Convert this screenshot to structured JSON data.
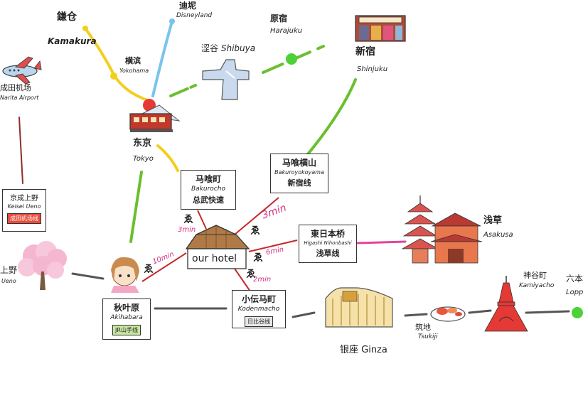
{
  "colors": {
    "yellow_line": "#f2cf1e",
    "blue_line": "#79c4ec",
    "green_line": "#6bbf2f",
    "gray_line": "#555555",
    "red_line": "#c62828",
    "pink_line": "#e2449a",
    "walk_text": "#d63384",
    "green_dot": "#4cd137"
  },
  "stations": {
    "kamakura": {
      "cn": "鎌仓",
      "en": "Kamakura"
    },
    "disneyland": {
      "cn": "迪坭",
      "en": "Disneyland"
    },
    "harajuku": {
      "cn": "原宿",
      "en": "Harajuku"
    },
    "yokohama": {
      "cn": "横滨",
      "en": "Yokohama"
    },
    "shibuya": {
      "cn": "涩谷",
      "en": "Shibuya"
    },
    "shinjuku": {
      "cn": "新宿",
      "en": "Shinjuku"
    },
    "narita": {
      "cn": "成田机场",
      "en": "Narita Airport"
    },
    "tokyo": {
      "cn": "东京",
      "en": "Tokyo"
    },
    "ueno": {
      "cn": "上野",
      "en": "Ueno"
    },
    "asakusa": {
      "cn": "浅草",
      "en": "Asakusa"
    },
    "ginza": {
      "text": "银座 Ginza"
    },
    "tsukiji": {
      "cn": "筑地",
      "en": "Tsukiji"
    },
    "kamiyacho": {
      "cn": "神谷町",
      "en": "Kamiyacho"
    },
    "roppongi": {
      "cn": "六本木",
      "en": "Loppongi"
    }
  },
  "boxes": {
    "keisei_ueno": {
      "cn": "京成上野",
      "en": "Keisei Ueno",
      "line": "成田机场线"
    },
    "bakurocho": {
      "cn": "马喰町",
      "en": "Bakurocho",
      "line": "总武快速"
    },
    "bakuroyokoyama": {
      "cn": "马喰横山",
      "en": "Bakuroyokoyama",
      "line": "新宿线"
    },
    "higashi_nihonbashi": {
      "cn": "東日本桥",
      "en": "Higashi Nihonbashi",
      "line": "浅草线"
    },
    "akihabara": {
      "cn": "秋叶原",
      "en": "Akihabara",
      "line": "JR山手线"
    },
    "kodenmacho": {
      "cn": "小伝马町",
      "en": "Kodenmacho",
      "line": "日比谷线"
    }
  },
  "hotel": {
    "label": "our hotel"
  },
  "walks": {
    "bakurocho": "3min",
    "bakuroyokoyama": "3min",
    "higashi_nihonbashi": "6min",
    "kodenmacho": "2min",
    "akihabara": "10min"
  }
}
